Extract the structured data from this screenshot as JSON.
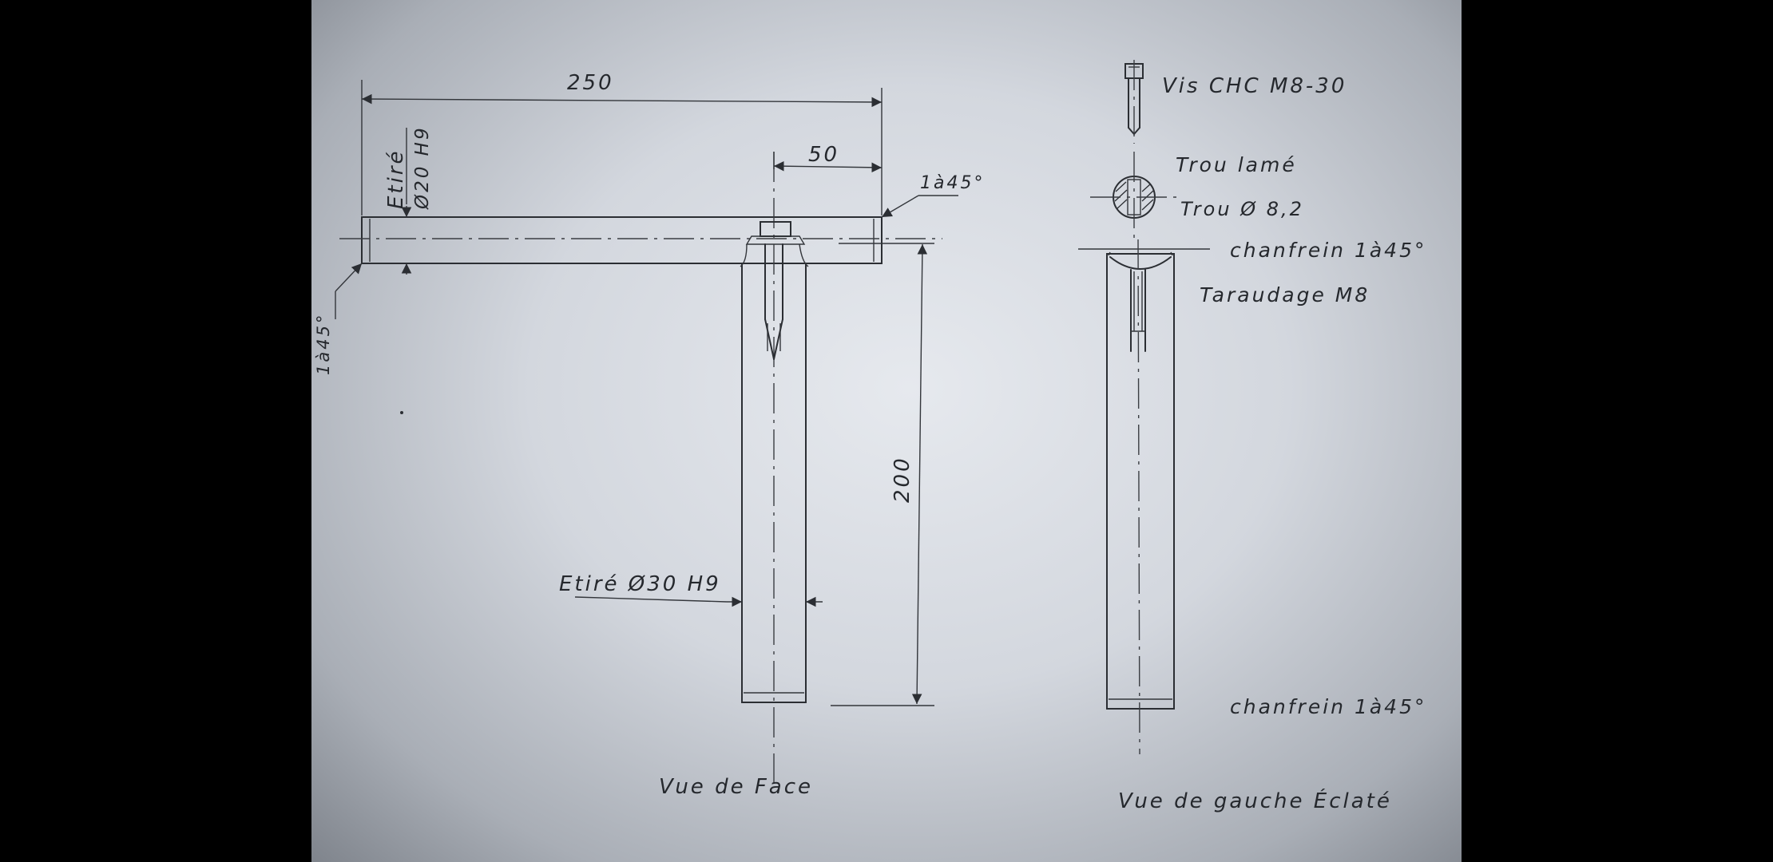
{
  "front_view": {
    "title": "Vue de Face",
    "dim_total_length": "250",
    "dim_offset": "50",
    "dim_height": "200",
    "bar_label_material": "Etiré",
    "bar_label_diameter": "Ø20 H9",
    "chamfer_right": "1à45°",
    "chamfer_left": "1à45°",
    "post_label": "Etiré Ø30 H9"
  },
  "left_view": {
    "title": "Vue de gauche Éclaté",
    "screw": "Vis CHC M8-30",
    "counterbore": "Trou lamé",
    "hole": "Trou Ø 8,2",
    "chamfer_top": "chanfrein 1à45°",
    "tapping": "Taraudage M8",
    "chamfer_bottom": "chanfrein 1à45°"
  }
}
